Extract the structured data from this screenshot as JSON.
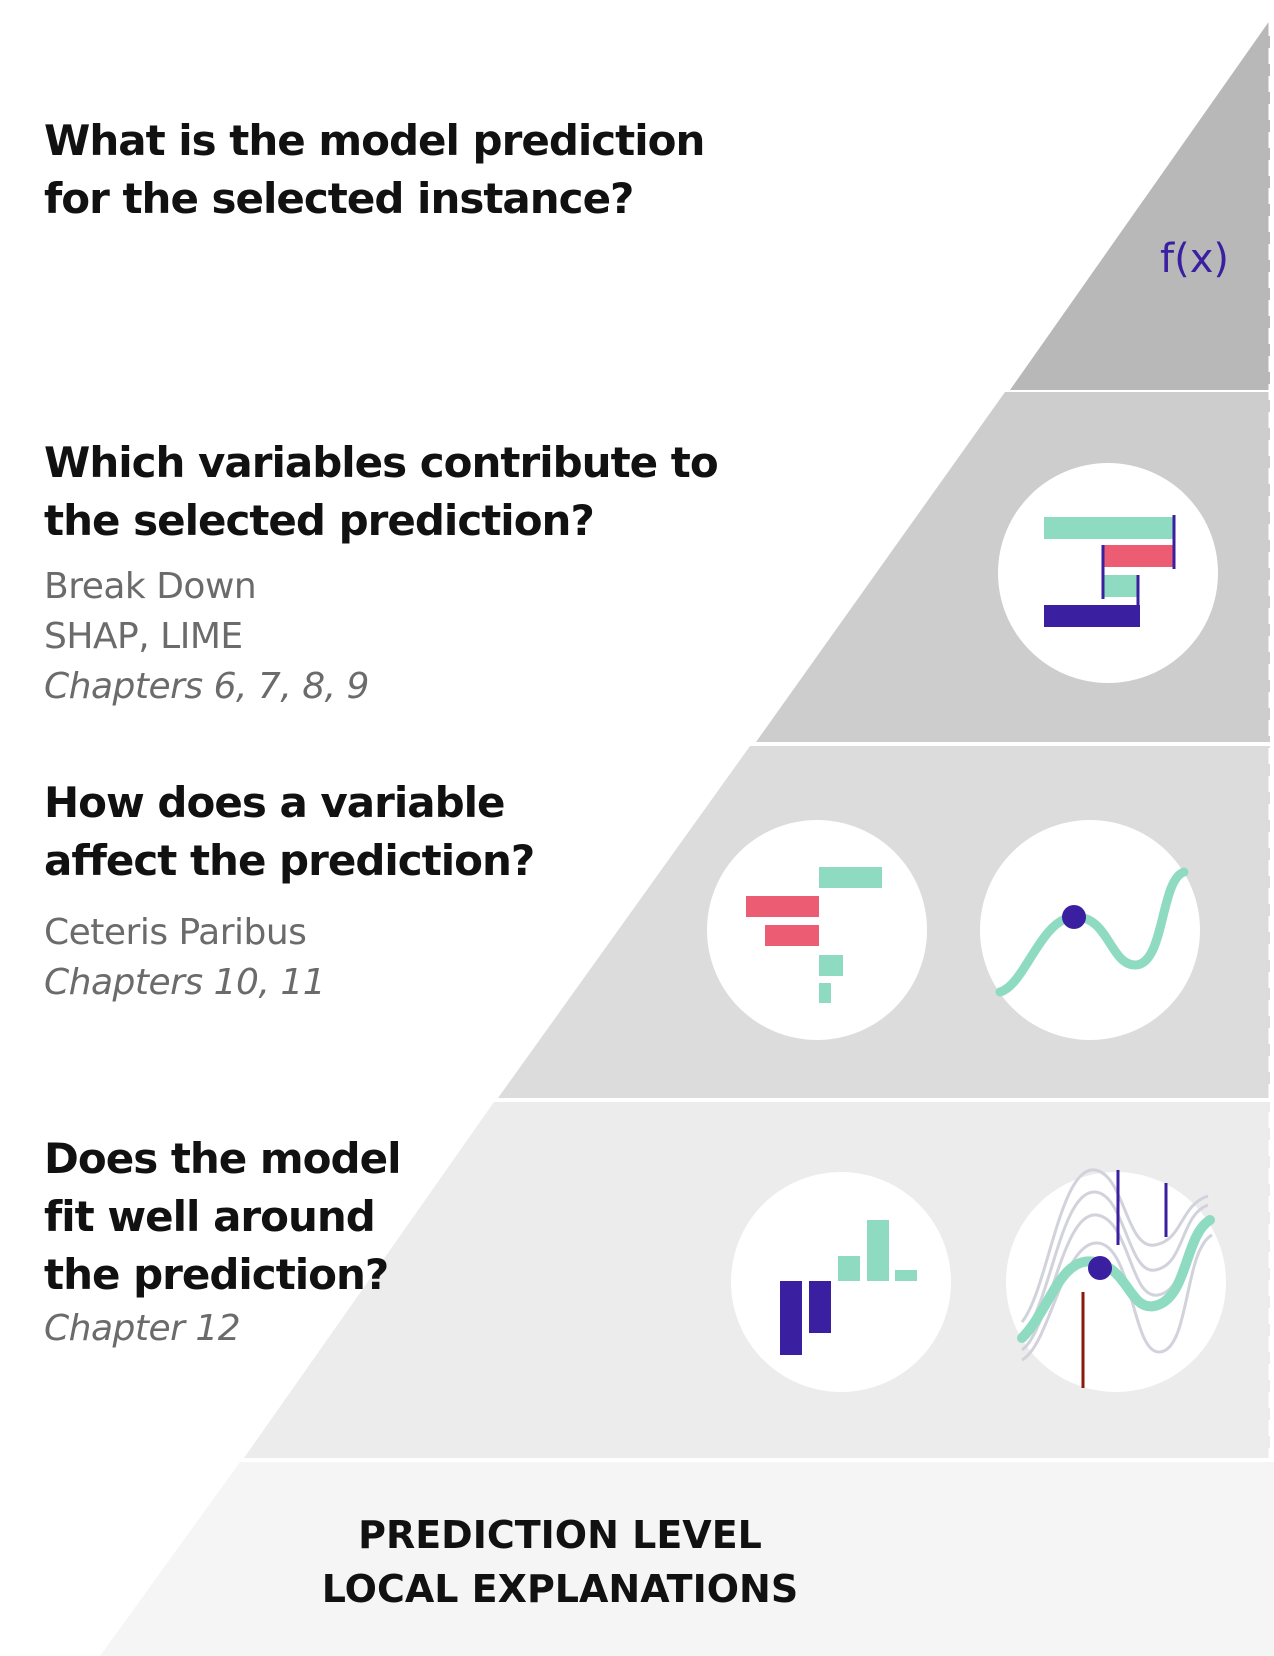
{
  "levels": [
    {
      "question": [
        "What is the model prediction",
        "for the selected instance?"
      ],
      "formula": "f(x)"
    },
    {
      "question": [
        "Which variables contribute to",
        "the selected prediction?"
      ],
      "methods": [
        "Break Down",
        "SHAP, LIME"
      ],
      "chapters": "Chapters 6, 7, 8, 9"
    },
    {
      "question": [
        "How does a variable",
        "affect the prediction?"
      ],
      "methods": [
        "Ceteris Paribus"
      ],
      "chapters": "Chapters 10, 11"
    },
    {
      "question": [
        "Does the model",
        "fit well around",
        "the prediction?"
      ],
      "chapters": "Chapter 12"
    }
  ],
  "footer": [
    "PREDICTION LEVEL",
    "LOCAL EXPLANATIONS"
  ],
  "colors": {
    "purple": "#3a1fa0",
    "mint": "#8edbc2",
    "coral": "#ec5c73",
    "dark_red": "#8b1a0e",
    "band_1": "#b8b8b8",
    "band_2": "#cdcdcd",
    "band_3": "#dcdcdc",
    "band_4": "#ececec",
    "band_5": "#f5f5f5"
  },
  "icons": [
    "formula-label",
    "break-down-icon",
    "ceteris-paribus-bars-icon",
    "ceteris-paribus-profile-icon",
    "residual-bars-icon",
    "neighbourhood-profiles-icon"
  ]
}
